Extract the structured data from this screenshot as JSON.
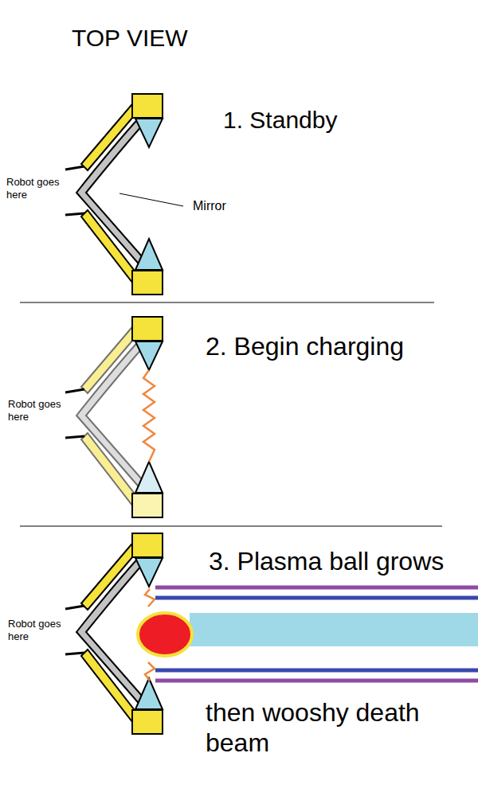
{
  "diagram": {
    "title": "TOP VIEW",
    "labels": [
      "1. Standby",
      "Robot goes here",
      "Mirror",
      "2. Begin charging",
      "Robot goes here",
      "3. Plasma ball grows",
      "Robot goes here",
      "then wooshy death beam"
    ]
  }
}
